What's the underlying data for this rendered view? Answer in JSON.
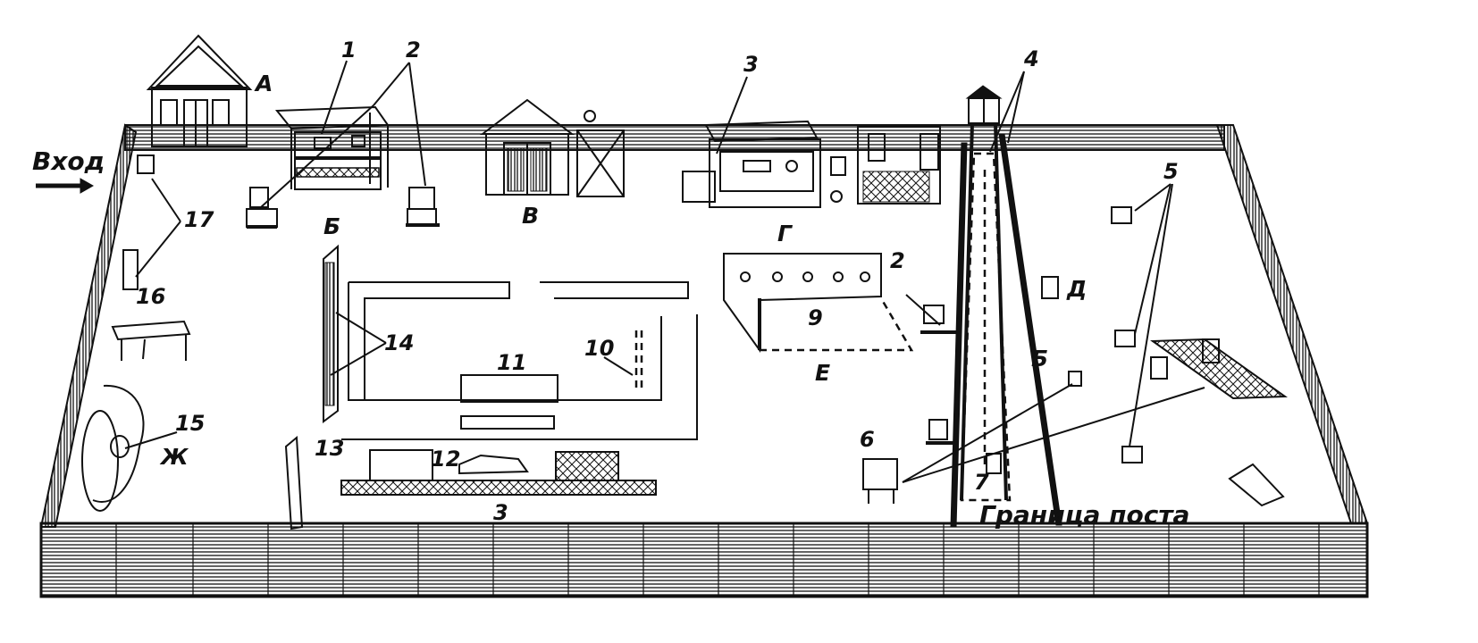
{
  "entrance": "Вход",
  "post_boundary": "Граница поста",
  "zone_letters": {
    "a": "А",
    "b": "Б",
    "v": "В",
    "g": "Г",
    "d": "Д",
    "e": "Е",
    "zh": "Ж",
    "b_right": "Б"
  },
  "numbers": {
    "n1": "1",
    "n2_top": "2",
    "n2_right": "2",
    "n3_top": "3",
    "n3_bottom": "3",
    "n4": "4",
    "n5": "5",
    "n6": "6",
    "n7": "7",
    "n9": "9",
    "n10": "10",
    "n11": "11",
    "n12": "12",
    "n13": "13",
    "n14": "14",
    "n15": "15",
    "n16": "16",
    "n17": "17"
  }
}
